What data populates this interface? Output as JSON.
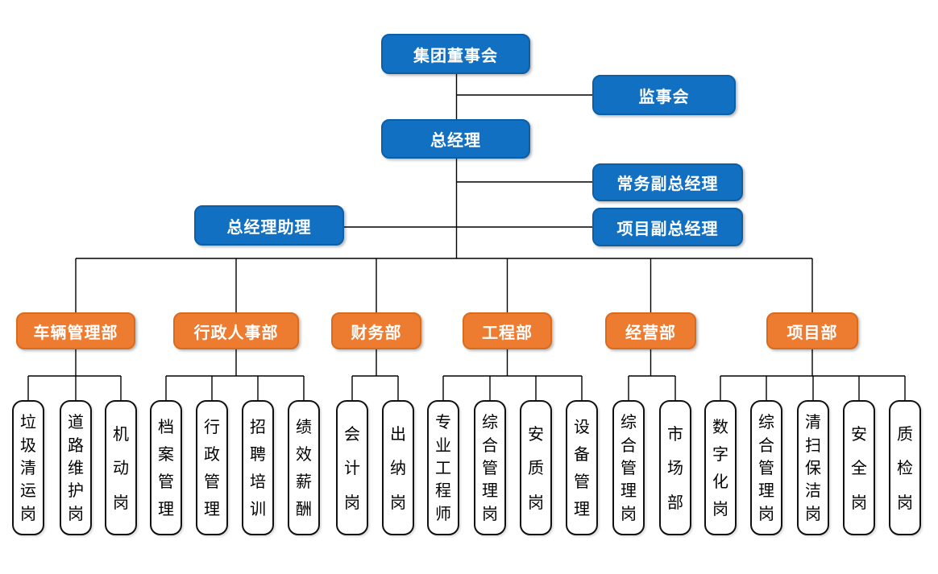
{
  "colors": {
    "blue": "#1170C2",
    "blue_border": "#0C5FA6",
    "orange": "#ED7C31",
    "orange_border": "#D96B1C",
    "line": "#000000"
  },
  "top": {
    "board": "集团董事会",
    "supervisory": "监事会",
    "general_manager": "总经理",
    "executive_deputy_gm": "常务副总经理",
    "project_deputy_gm": "项目副总经理",
    "gm_assistant": "总经理助理"
  },
  "departments": [
    {
      "label": "车辆管理部",
      "children": [
        "垃圾清运岗",
        "道路维护岗",
        "机动岗"
      ]
    },
    {
      "label": "行政人事部",
      "children": [
        "档案管理",
        "行政管理",
        "招聘培训",
        "绩效薪酬"
      ]
    },
    {
      "label": "财务部",
      "children": [
        "会计岗",
        "出纳岗"
      ]
    },
    {
      "label": "工程部",
      "children": [
        "专业工程师",
        "综合管理岗",
        "安质岗",
        "设备管理"
      ]
    },
    {
      "label": "经营部",
      "children": [
        "综合管理岗",
        "市场部"
      ]
    },
    {
      "label": "项目部",
      "children": [
        "数字化岗",
        "综合管理岗",
        "清扫保洁岗",
        "安全岗",
        "质检岗"
      ]
    }
  ]
}
